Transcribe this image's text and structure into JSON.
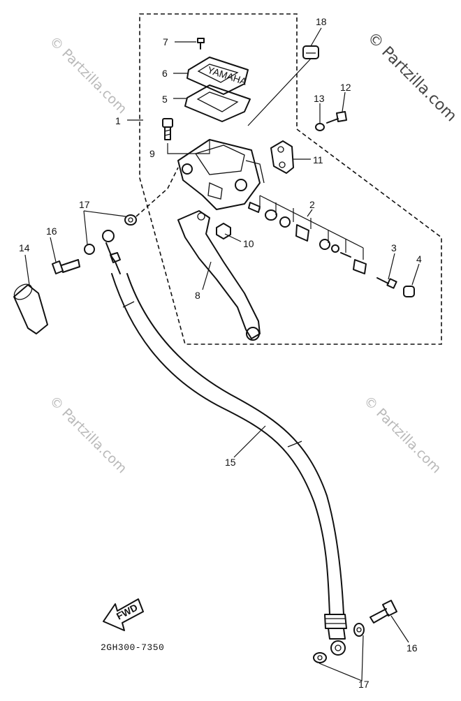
{
  "diagram": {
    "part_code": "2GH300-7350",
    "fwd_label": "FWD",
    "cap_brand": "YAMAHA",
    "watermarks": {
      "top_right": "© Partzilla.com",
      "faint": "© Partzilla.com"
    },
    "callouts": {
      "c1": "1",
      "c2": "2",
      "c3": "3",
      "c4": "4",
      "c5": "5",
      "c6": "6",
      "c7": "7",
      "c8": "8",
      "c9": "9",
      "c10": "10",
      "c11": "11",
      "c12": "12",
      "c13": "13",
      "c14": "14",
      "c15": "15",
      "c16a": "16",
      "c16b": "16",
      "c17a": "17",
      "c17b": "17",
      "c18": "18"
    }
  }
}
